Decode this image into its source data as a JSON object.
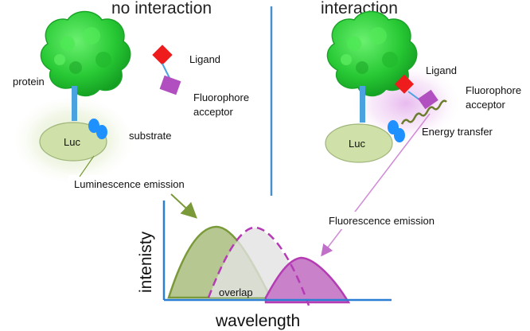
{
  "panels": {
    "left": {
      "title": "no interaction",
      "protein_label": "protein",
      "luc_label": "Luc",
      "substrate_label": "substrate",
      "ligand_label": "Ligand",
      "acceptor_label_line1": "Fluorophore",
      "acceptor_label_line2": "acceptor"
    },
    "right": {
      "title": "interaction",
      "ligand_label": "Ligand",
      "acceptor_label_line1": "Fluorophore",
      "acceptor_label_line2": "acceptor",
      "energy_transfer_label": "Energy transfer",
      "luc_label": "Luc"
    }
  },
  "callouts": {
    "luminescence": "Luminescence emission",
    "fluorescence": "Fluorescence emission"
  },
  "spectrum": {
    "overlap_label": "overlap",
    "ylabel": "intenisty",
    "xlabel": "wavelength"
  },
  "colors": {
    "protein_green": "#2ecf3a",
    "luc_fill": "#cfe0a8",
    "substrate_blue": "#1e90ff",
    "stem_blue": "#4aa3df",
    "ligand_red": "#ee1c1c",
    "acceptor_purple": "#b24fc0",
    "divider_blue": "#4a90c8",
    "luminescence_curve": "#7a9a3a",
    "fluorescence_curve": "#b43bb4",
    "axis_blue": "#2a7fd4"
  }
}
